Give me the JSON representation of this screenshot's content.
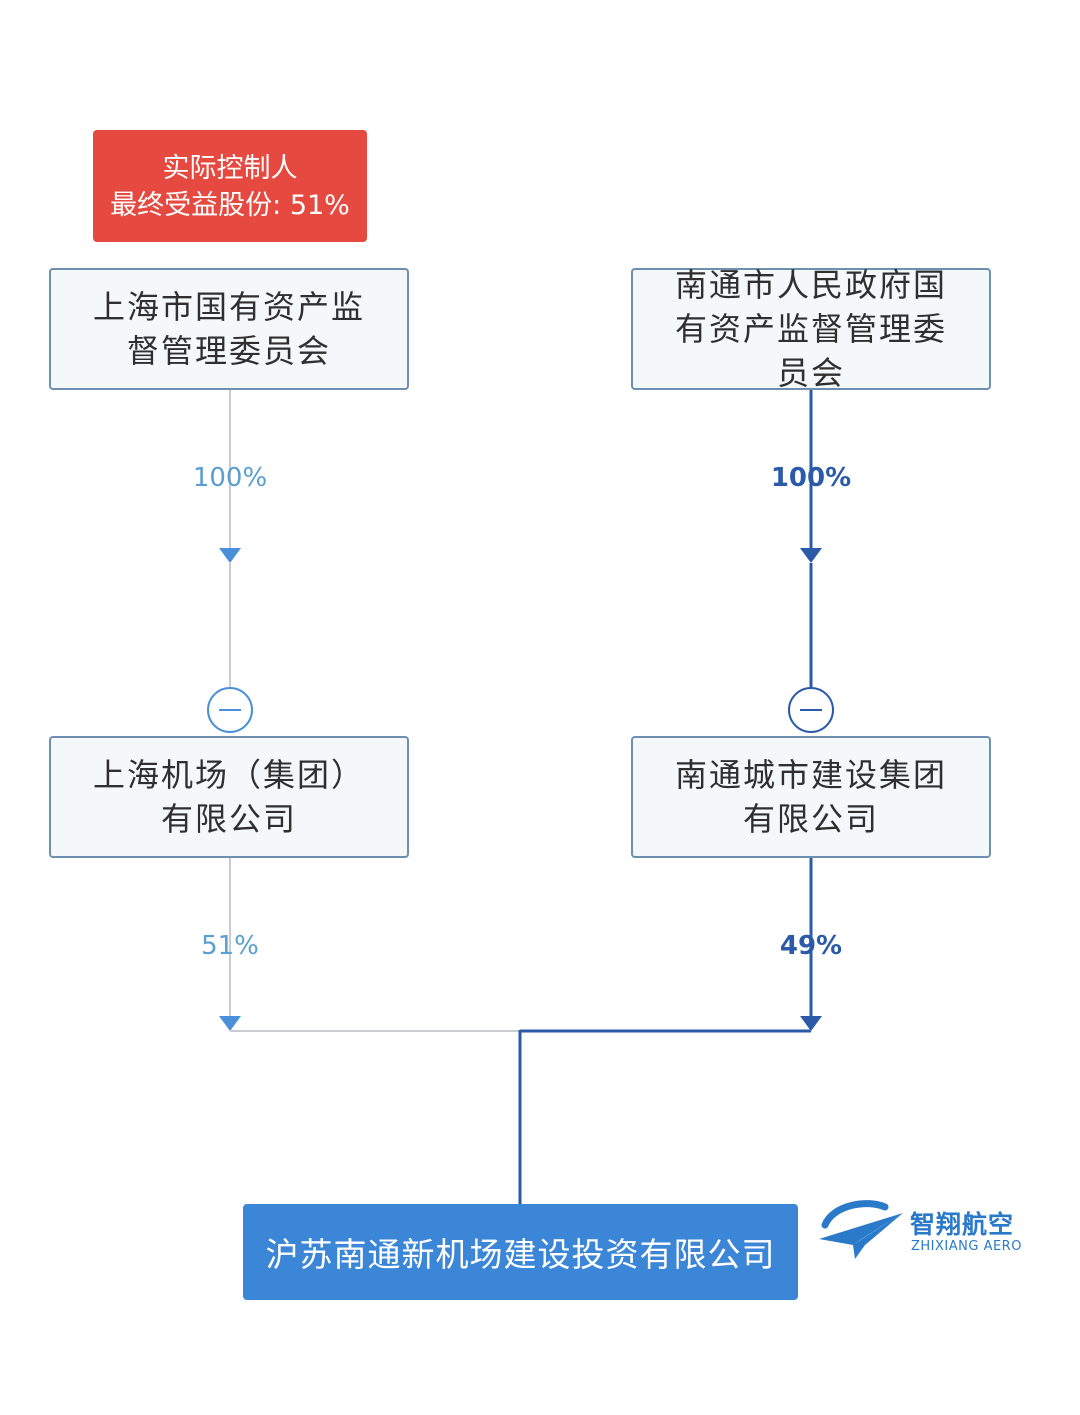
{
  "badge": {
    "line1": "实际控制人",
    "line2": "最终受益股份: 51%"
  },
  "nodes": {
    "shanghai_sasac": "上海市国有资产监督管理委员会",
    "nantong_sasac": "南通市人民政府国有资产监督管理委员会",
    "shanghai_airport": "上海机场（集团）有限公司",
    "nantong_urban": "南通城市建设集团有限公司",
    "target": "沪苏南通新机场建设投资有限公司"
  },
  "edges": {
    "sh_sasac_to_airport": "100%",
    "nt_sasac_to_urban": "100%",
    "sh_airport_to_target": "51%",
    "nt_urban_to_target": "49%"
  },
  "logo": {
    "name_cn": "智翔航空",
    "name_en": "ZHIXIANG AERO"
  },
  "colors": {
    "badge": "#e5493f",
    "target_fill": "#3c86d8",
    "node_border": "#6e8fb0",
    "node_fill": "#f4f8fb",
    "controlling_path": "#2a5aa8",
    "other_path": "#c8ccd0"
  }
}
